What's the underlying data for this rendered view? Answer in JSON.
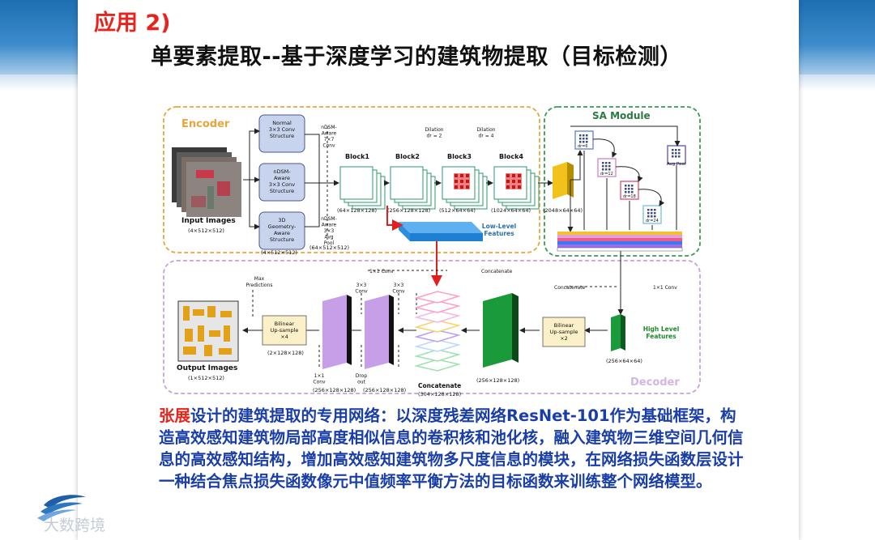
{
  "heading": "应用 2)",
  "title": "单要素提取--基于深度学习的建筑物提取（目标检测）",
  "body": {
    "author": "张展",
    "text": "设计的建筑提取的专用网络：以深度残差网络ResNet-101作为基础框架，构造高效感知建筑物局部高度相似信息的卷积核和池化核，融入建筑物三维空间几何信息的高效感知结构，增加高效感知建筑物多尺度信息的模块，在网络损失函数层设计一种结合焦点损失函数像元中值频率平衡方法的目标函数来训练整个网络模型。"
  },
  "logo_text": "大数跨境",
  "diagram": {
    "encoder_label": "Encoder",
    "decoder_label": "Decoder",
    "sa_module_label": "SA Module",
    "input_label": "Input Images",
    "input_dims": "(4×512×512)",
    "branch1": [
      "Normal",
      "3×3 Conv",
      "Structure"
    ],
    "branch2": [
      "nDSM-",
      "Aware",
      "3×3 Conv",
      "Structure"
    ],
    "branch3": [
      "3D",
      "Geometry-",
      "Aware",
      "Structure"
    ],
    "branch3_dims": "(4×512×512)",
    "ndsm77": [
      "nDSM-",
      "Aware",
      "7×7",
      "Conv"
    ],
    "ndsm33pool": [
      "nDSM-",
      "Aware",
      "3×3",
      "Avg",
      "Pool"
    ],
    "merge_dims": "(64×512×512)",
    "blocks": [
      "Block1",
      "Block2",
      "Block3",
      "Block4"
    ],
    "block_dims": [
      "(64×128×128)",
      "(256×128×128)",
      "(512×64×64)",
      "(1024×64×64)"
    ],
    "dilation2": [
      "Dilation",
      "dr = 2"
    ],
    "dilation4": [
      "Dilation",
      "dr = 4"
    ],
    "low_level": [
      "Low-Level",
      "Features"
    ],
    "sa_in_dims": "(2048×64×64)",
    "dr_labels": [
      "dr=6",
      "dr=12",
      "dr=18",
      "dr=24"
    ],
    "avg_pool": "Avg Pool",
    "concat_label": "Concatenate",
    "conv11": "1×1 Conv",
    "high_level": [
      "High Level",
      "Features"
    ],
    "high_dims": "(256×64×64)",
    "bilinear2": [
      "Bilinear",
      "Up-sample",
      "×2"
    ],
    "bilinear4": [
      "Bilinear",
      "Up-sample",
      "×4"
    ],
    "bilinear4_dims": "(2×128×128)",
    "green_dims": "(256×128×128)",
    "concat_dims": "(304×128×128)",
    "conv33a": [
      "3×3",
      "Conv"
    ],
    "conv33b": [
      "3×3",
      "Conv"
    ],
    "dropout": [
      "Drop",
      "out"
    ],
    "conv11b": [
      "1×1",
      "Conv"
    ],
    "purple_dims": [
      "(256×128×128)",
      "(256×128×128)"
    ],
    "max_pred": [
      "Max",
      "Predictions"
    ],
    "output_label": "Output Images",
    "output_dims": "(1×512×512)",
    "colors": {
      "encoder_border": "#e9a43a",
      "sa_border": "#3a9a56",
      "decoder_border": "#c5a3da",
      "low_level_blue": "#2a8ee0",
      "red_arrow": "#e02020",
      "green_block": "#1a9a3a",
      "purple_block": "#c79ee8"
    }
  }
}
